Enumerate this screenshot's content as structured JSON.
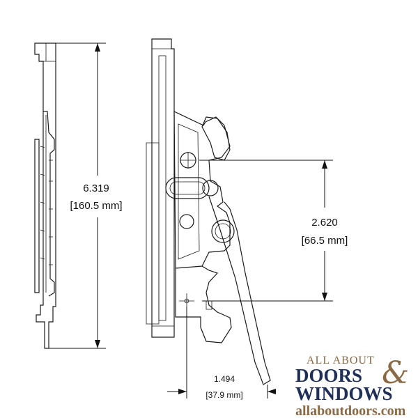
{
  "dimensions": {
    "height": {
      "value": "6.319",
      "metric": "[160.5 mm]"
    },
    "hole_spacing": {
      "value": "2.620",
      "metric": "[66.5 mm]"
    },
    "width": {
      "value": "1.494",
      "metric": "[37.9 mm]"
    }
  },
  "logo": {
    "line1": "ALL ABOUT",
    "line2": "DOORS",
    "ampersand": "&",
    "line3": "WINDOWS",
    "url": "allaboutdoors.com"
  },
  "colors": {
    "line": "#1a1a1a",
    "logo_brown": "#8a6a45",
    "logo_navy": "#1f2f57"
  }
}
